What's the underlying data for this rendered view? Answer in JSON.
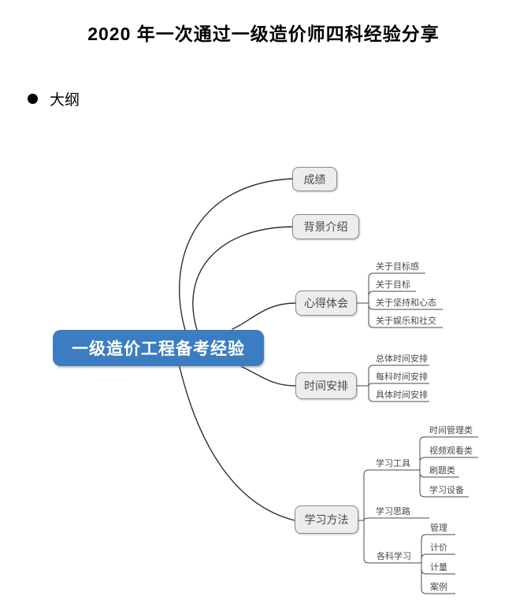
{
  "document": {
    "title": "2020 年一次通过一级造价师四科经验分享",
    "outline": {
      "bullet": "circle-bullet",
      "label": "大纲"
    }
  },
  "mindmap": {
    "root": {
      "label": "一级造价工程备考经验"
    },
    "branches": [
      {
        "label": "成绩",
        "children": []
      },
      {
        "label": "背景介绍",
        "children": []
      },
      {
        "label": "心得体会",
        "children": [
          {
            "label": "关于目标感"
          },
          {
            "label": "关于目标"
          },
          {
            "label": "关于坚持和心态"
          },
          {
            "label": "关于娱乐和社交"
          }
        ]
      },
      {
        "label": "时间安排",
        "children": [
          {
            "label": "总体时间安排"
          },
          {
            "label": "每科时间安排"
          },
          {
            "label": "具体时间安排"
          }
        ]
      },
      {
        "label": "学习方法",
        "children": [
          {
            "label": "学习工具",
            "children": [
              {
                "label": "时间管理类"
              },
              {
                "label": "视频观看类"
              },
              {
                "label": "刷题类"
              },
              {
                "label": "学习设备"
              }
            ]
          },
          {
            "label": "学习思路",
            "children": []
          },
          {
            "label": "各科学习",
            "children": [
              {
                "label": "管理"
              },
              {
                "label": "计价"
              },
              {
                "label": "计量"
              },
              {
                "label": "案例"
              }
            ]
          }
        ]
      }
    ],
    "colors": {
      "root_bg": "#3b7dc0",
      "root_text": "#ffffff",
      "branch_bg": "#ededed",
      "branch_border": "#8a8a8a",
      "node_text": "#4a4a4a",
      "line": "#2f2f2f"
    }
  }
}
